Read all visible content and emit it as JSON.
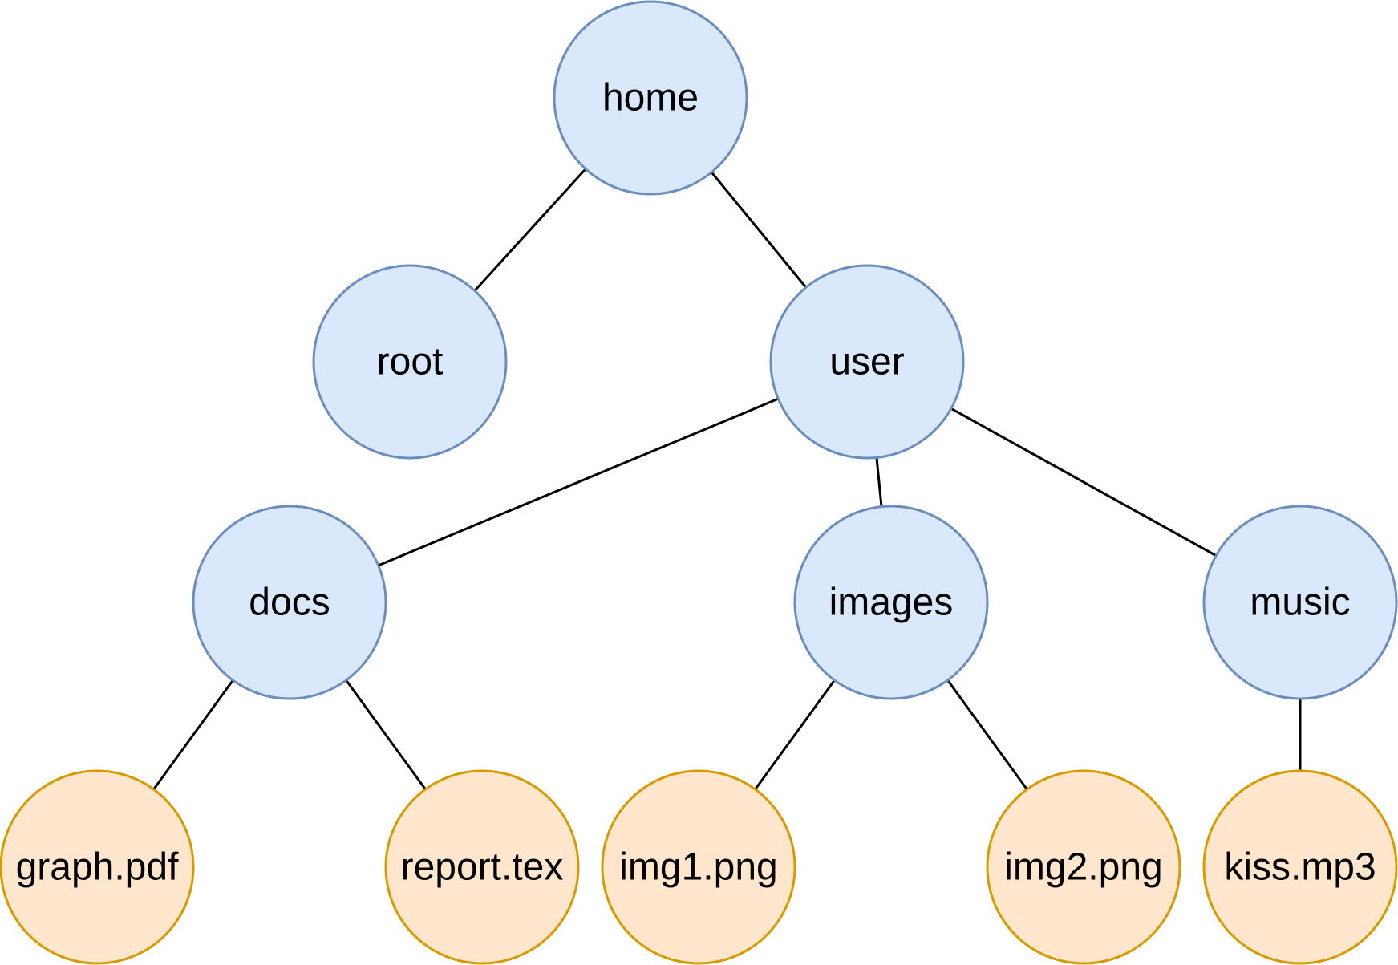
{
  "colors": {
    "folder_fill": "#dae8fc",
    "folder_stroke": "#6c8ebf",
    "file_fill": "#ffe6cc",
    "file_stroke": "#d79b00",
    "edge": "#000000"
  },
  "tree": {
    "nodes": [
      {
        "id": "home",
        "label": "home",
        "kind": "folder"
      },
      {
        "id": "root",
        "label": "root",
        "kind": "folder"
      },
      {
        "id": "user",
        "label": "user",
        "kind": "folder"
      },
      {
        "id": "docs",
        "label": "docs",
        "kind": "folder"
      },
      {
        "id": "images",
        "label": "images",
        "kind": "folder"
      },
      {
        "id": "music",
        "label": "music",
        "kind": "folder"
      },
      {
        "id": "graph",
        "label": "graph.pdf",
        "kind": "file"
      },
      {
        "id": "report",
        "label": "report.tex",
        "kind": "file"
      },
      {
        "id": "img1",
        "label": "img1.png",
        "kind": "file"
      },
      {
        "id": "img2",
        "label": "img2.png",
        "kind": "file"
      },
      {
        "id": "kiss",
        "label": "kiss.mp3",
        "kind": "file"
      }
    ],
    "edges": [
      {
        "from": "home",
        "to": "root"
      },
      {
        "from": "home",
        "to": "user"
      },
      {
        "from": "user",
        "to": "docs"
      },
      {
        "from": "user",
        "to": "images"
      },
      {
        "from": "user",
        "to": "music"
      },
      {
        "from": "docs",
        "to": "graph"
      },
      {
        "from": "docs",
        "to": "report"
      },
      {
        "from": "images",
        "to": "img1"
      },
      {
        "from": "images",
        "to": "img2"
      },
      {
        "from": "music",
        "to": "kiss"
      }
    ]
  }
}
